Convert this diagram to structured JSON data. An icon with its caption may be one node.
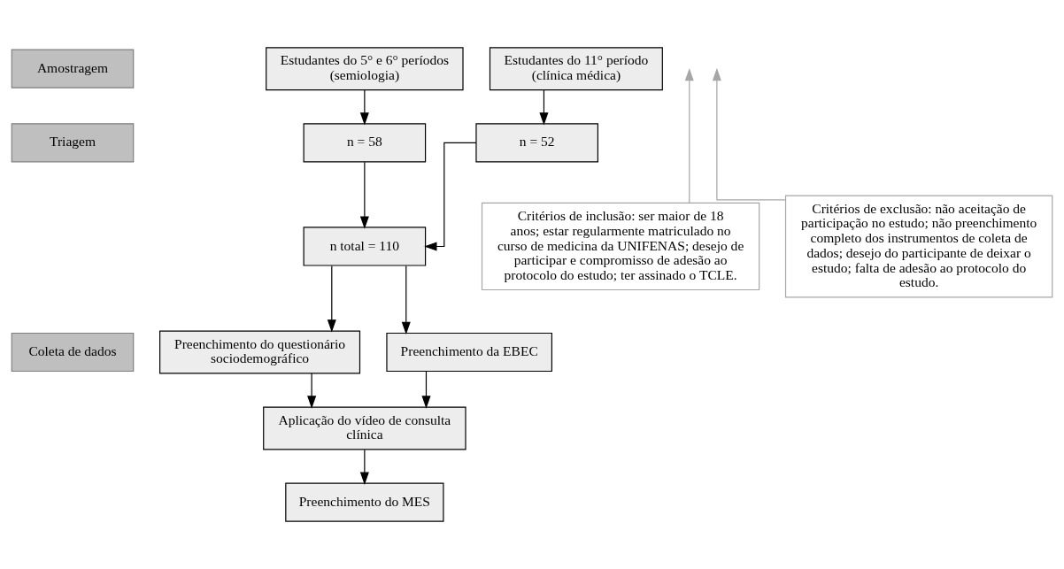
{
  "diagram": {
    "nodes": [
      {
        "text": [
          "Amostragem"
        ]
      },
      {
        "text": [
          "Triagem"
        ]
      },
      {
        "text": [
          "Coleta de dados"
        ]
      },
      {
        "text": [
          "Estudantes do 5° e 6° períodos (semiologia)"
        ]
      },
      {
        "text": [
          "Estudantes do 11° período (clínica médica)"
        ]
      },
      {
        "text": [
          "n = 58"
        ]
      },
      {
        "text": [
          "n = 52"
        ]
      },
      {
        "text": [
          "n total = 110"
        ]
      },
      {
        "text": [
          "Preenchimento do questionário sociodemográfico"
        ]
      },
      {
        "text": [
          "Preenchimento da EBEC"
        ]
      },
      {
        "text": [
          "Aplicação do vídeo de consulta clínica"
        ]
      },
      {
        "text": [
          "Preenchimento do MES"
        ]
      },
      {
        "text": [
          "Critérios de inclusão: ser maior de 18 anos; estar regularmente matriculado no curso de medicina da UNIFENAS; desejo de participar e compromisso de adesão ao protocolo do estudo; ter assinado o TCLE."
        ]
      },
      {
        "text": [
          "Critérios de exclusão: não aceitação de participação no estudo; não preenchimento completo dos instrumentos de coleta de dados; desejo do participante de deixar o estudo; falta de adesão ao protocolo do estudo."
        ]
      }
    ],
    "edges": [
      {
        "from": 3,
        "to": 5,
        "arrow": "to"
      },
      {
        "from": 4,
        "to": 6,
        "arrow": "to"
      },
      {
        "from": 5,
        "to": 7,
        "arrow": "to"
      },
      {
        "from": 6,
        "to": 7,
        "arrow": "to"
      },
      {
        "from": 7,
        "to": 8,
        "arrow": "to"
      },
      {
        "from": 7,
        "to": 9,
        "arrow": "to"
      },
      {
        "from": 8,
        "to": 10,
        "arrow": "to"
      },
      {
        "from": 9,
        "to": 10,
        "arrow": "to"
      },
      {
        "from": 10,
        "to": 11,
        "arrow": "to"
      },
      {
        "from": 12,
        "to": null,
        "arrow": "to",
        "color": "#a6a6a6"
      },
      {
        "from": 13,
        "to": null,
        "arrow": "to",
        "color": "#a6a6a6"
      }
    ]
  }
}
